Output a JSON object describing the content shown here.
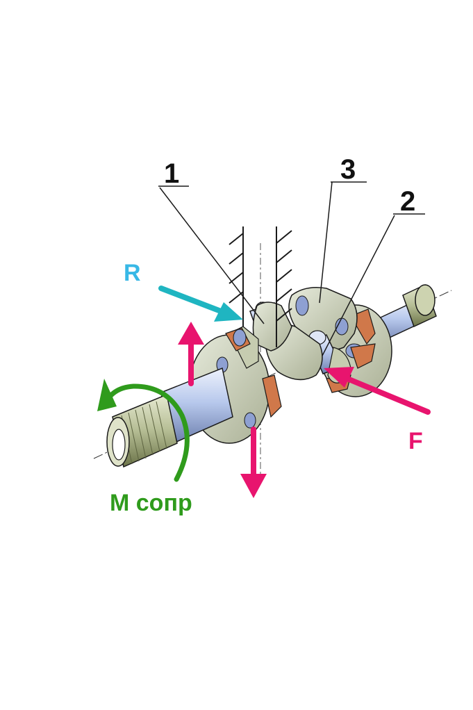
{
  "labels": {
    "part_1": "1",
    "part_2": "2",
    "part_3": "3",
    "force_R": "R",
    "force_F": "F",
    "moment": "М сопр"
  },
  "colors": {
    "reaction_arrow": "#1fb5c1",
    "force_arrow": "#e8146e",
    "moment_arrow": "#2f9b1c",
    "reaction_label": "#38b8e6",
    "force_label": "#e8146e",
    "moment_label": "#2f9b1c",
    "shaft_fill": "#b7c8ec",
    "flange_fill": "#cfd6bd",
    "copper_fill": "#d0784a",
    "outline": "#1a1a1a"
  }
}
